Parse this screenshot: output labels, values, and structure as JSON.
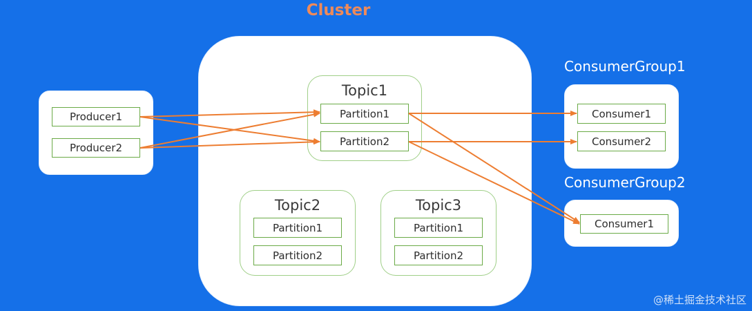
{
  "cluster": {
    "title": "Cluster",
    "topics": [
      {
        "name": "Topic1",
        "partitions": [
          "Partition1",
          "Partition2"
        ]
      },
      {
        "name": "Topic2",
        "partitions": [
          "Partition1",
          "Partition2"
        ]
      },
      {
        "name": "Topic3",
        "partitions": [
          "Partition1",
          "Partition2"
        ]
      }
    ]
  },
  "producers": [
    "Producer1",
    "Producer2"
  ],
  "consumer_groups": [
    {
      "name": "ConsumerGroup1",
      "consumers": [
        "Consumer1",
        "Consumer2"
      ]
    },
    {
      "name": "ConsumerGroup2",
      "consumers": [
        "Consumer1"
      ]
    }
  ],
  "watermark": "@稀土掘金技术社区",
  "colors": {
    "background": "#1570e8",
    "cluster_title": "#ee8a5a",
    "arrow": "#ed7d31",
    "box_border": "#6aaa46"
  }
}
